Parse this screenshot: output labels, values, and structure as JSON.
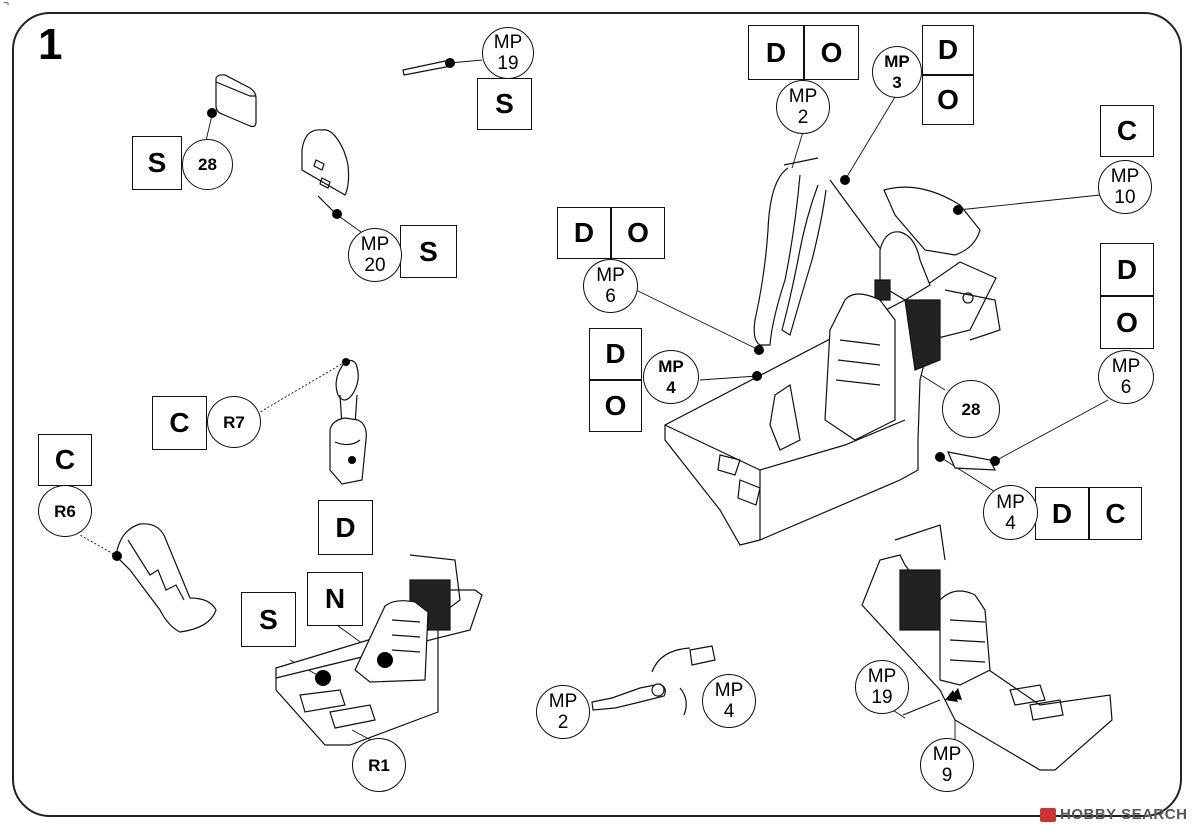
{
  "step_number": "1",
  "corner_mark": "¬",
  "codes": {
    "s": "S",
    "c": "C",
    "d": "D",
    "o": "O",
    "n": "N"
  },
  "part_refs": {
    "p28": "28",
    "r7": "R7",
    "r6": "R6",
    "r1": "R1",
    "mp": "MP",
    "mp19": "19",
    "mp20": "20",
    "mp2": "2",
    "mp3": "3",
    "mp10": "10",
    "mp6": "6",
    "mp4": "4",
    "mp9": "9"
  },
  "watermark": "HOBBY SEARCH"
}
